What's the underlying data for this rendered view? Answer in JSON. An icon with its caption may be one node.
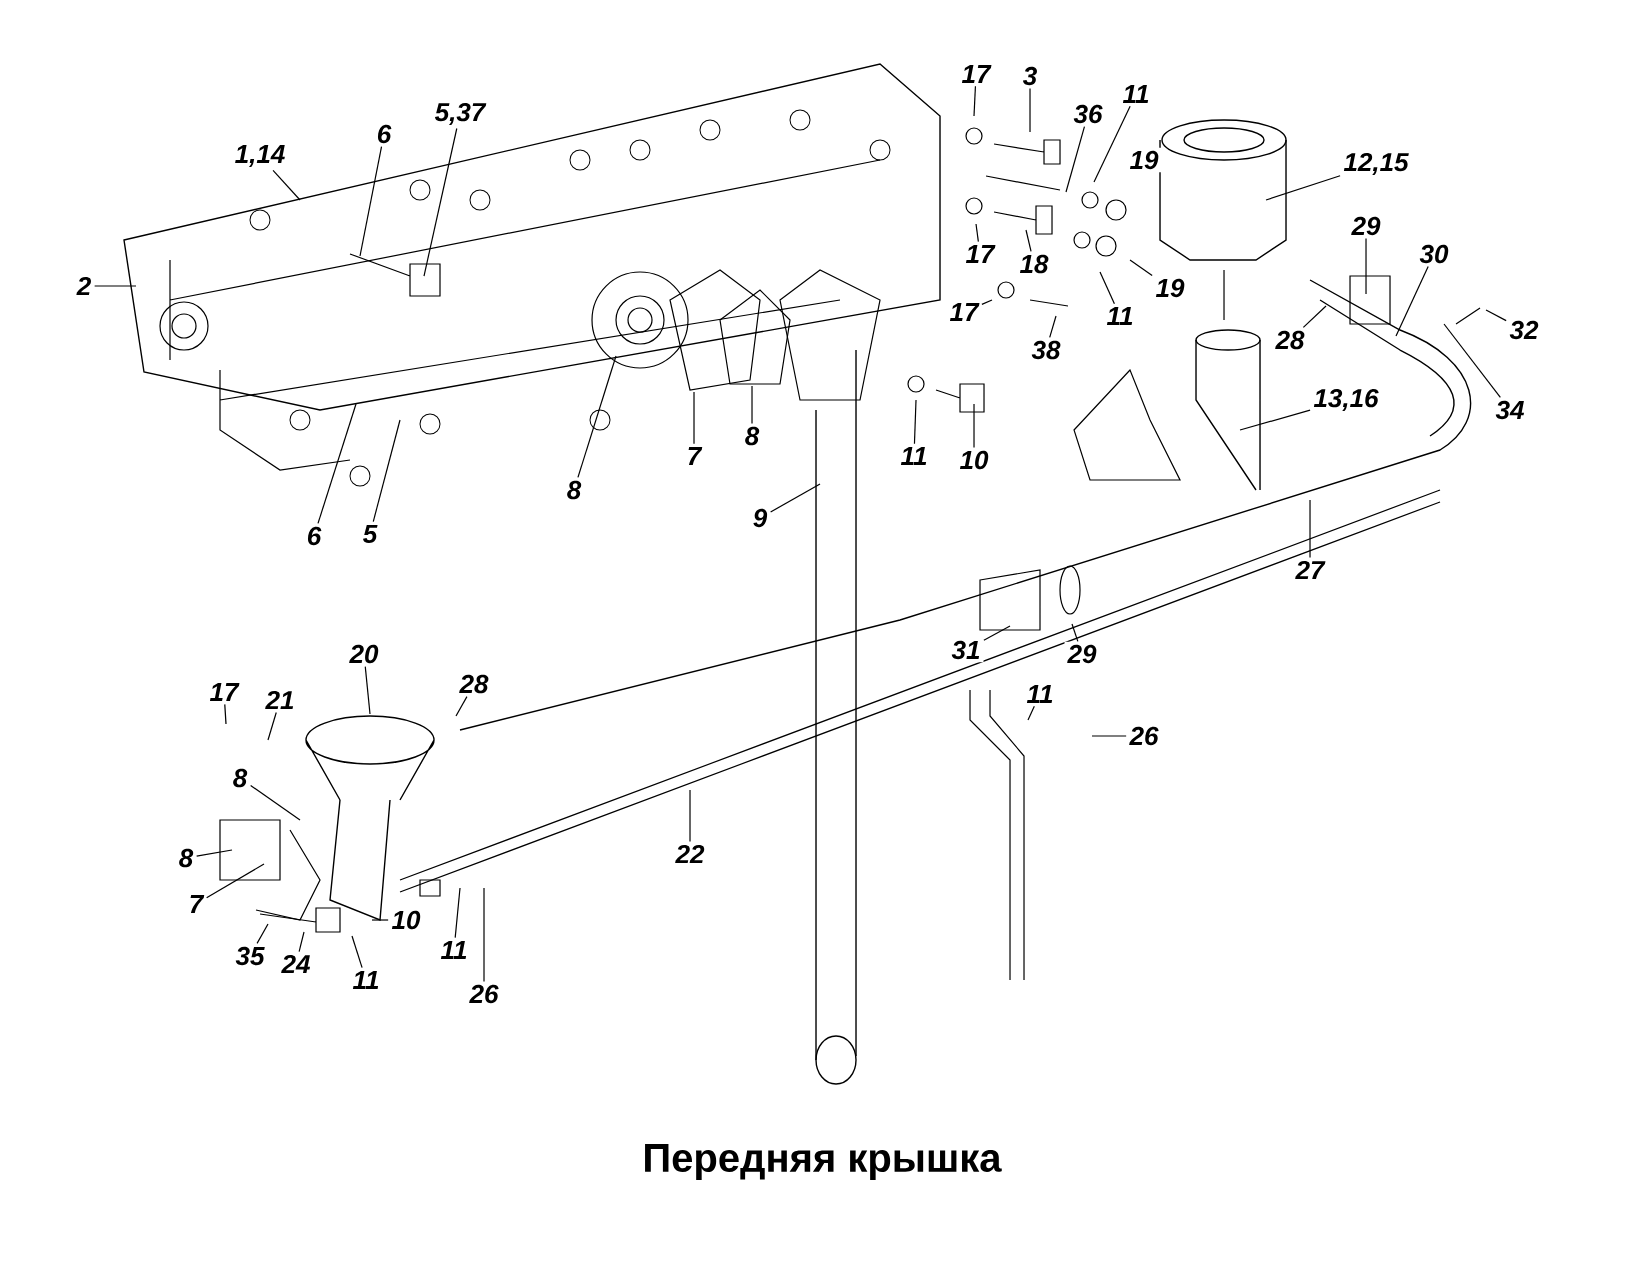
{
  "diagram": {
    "caption": "Передняя крышка",
    "nodes": [
      {
        "text": [
          "17"
        ]
      },
      {
        "text": [
          "3"
        ]
      },
      {
        "text": [
          "11"
        ]
      },
      {
        "text": [
          "36"
        ]
      },
      {
        "text": [
          "5,37"
        ]
      },
      {
        "text": [
          "6"
        ]
      },
      {
        "text": [
          "1,14"
        ]
      },
      {
        "text": [
          "19"
        ]
      },
      {
        "text": [
          "12,15"
        ]
      },
      {
        "text": [
          "29"
        ]
      },
      {
        "text": [
          "17"
        ]
      },
      {
        "text": [
          "18"
        ]
      },
      {
        "text": [
          "30"
        ]
      },
      {
        "text": [
          "2"
        ]
      },
      {
        "text": [
          "19"
        ]
      },
      {
        "text": [
          "17"
        ]
      },
      {
        "text": [
          "11"
        ]
      },
      {
        "text": [
          "32"
        ]
      },
      {
        "text": [
          "28"
        ]
      },
      {
        "text": [
          "38"
        ]
      },
      {
        "text": [
          "13,16"
        ]
      },
      {
        "text": [
          "34"
        ]
      },
      {
        "text": [
          "8"
        ]
      },
      {
        "text": [
          "7"
        ]
      },
      {
        "text": [
          "11"
        ]
      },
      {
        "text": [
          "10"
        ]
      },
      {
        "text": [
          "8"
        ]
      },
      {
        "text": [
          "9"
        ]
      },
      {
        "text": [
          "6"
        ]
      },
      {
        "text": [
          "5"
        ]
      },
      {
        "text": [
          "27"
        ]
      },
      {
        "text": [
          "31"
        ]
      },
      {
        "text": [
          "29"
        ]
      },
      {
        "text": [
          "20"
        ]
      },
      {
        "text": [
          "28"
        ]
      },
      {
        "text": [
          "17"
        ]
      },
      {
        "text": [
          "11"
        ]
      },
      {
        "text": [
          "21"
        ]
      },
      {
        "text": [
          "26"
        ]
      },
      {
        "text": [
          "8"
        ]
      },
      {
        "text": [
          "22"
        ]
      },
      {
        "text": [
          "8"
        ]
      },
      {
        "text": [
          "7"
        ]
      },
      {
        "text": [
          "10"
        ]
      },
      {
        "text": [
          "11"
        ]
      },
      {
        "text": [
          "35"
        ]
      },
      {
        "text": [
          "24"
        ]
      },
      {
        "text": [
          "11"
        ]
      },
      {
        "text": [
          "26"
        ]
      }
    ],
    "edges": [
      {
        "from": 0,
        "to": null,
        "arrow": "none"
      },
      {
        "from": 1,
        "to": null,
        "arrow": "none"
      },
      {
        "from": 2,
        "to": null,
        "arrow": "none"
      },
      {
        "from": 3,
        "to": null,
        "arrow": "none"
      },
      {
        "from": 4,
        "to": null,
        "arrow": "none"
      },
      {
        "from": 5,
        "to": null,
        "arrow": "none"
      },
      {
        "from": 6,
        "to": null,
        "arrow": "none"
      },
      {
        "from": 8,
        "to": null,
        "arrow": "none"
      },
      {
        "from": 9,
        "to": null,
        "arrow": "none"
      },
      {
        "from": 10,
        "to": null,
        "arrow": "none"
      },
      {
        "from": 11,
        "to": null,
        "arrow": "none"
      },
      {
        "from": 12,
        "to": null,
        "arrow": "none"
      },
      {
        "from": 13,
        "to": null,
        "arrow": "none"
      },
      {
        "from": 14,
        "to": null,
        "arrow": "none"
      },
      {
        "from": 15,
        "to": null,
        "arrow": "none"
      },
      {
        "from": 16,
        "to": null,
        "arrow": "none"
      },
      {
        "from": 17,
        "to": null,
        "arrow": "none"
      },
      {
        "from": 18,
        "to": null,
        "arrow": "none"
      },
      {
        "from": 19,
        "to": null,
        "arrow": "none"
      },
      {
        "from": 20,
        "to": null,
        "arrow": "none"
      },
      {
        "from": 21,
        "to": null,
        "arrow": "none"
      },
      {
        "from": 22,
        "to": null,
        "arrow": "none"
      },
      {
        "from": 23,
        "to": null,
        "arrow": "none"
      },
      {
        "from": 24,
        "to": null,
        "arrow": "none"
      },
      {
        "from": 25,
        "to": null,
        "arrow": "none"
      },
      {
        "from": 26,
        "to": null,
        "arrow": "none"
      },
      {
        "from": 27,
        "to": null,
        "arrow": "none"
      },
      {
        "from": 28,
        "to": null,
        "arrow": "none"
      },
      {
        "from": 29,
        "to": null,
        "arrow": "none"
      },
      {
        "from": 30,
        "to": null,
        "arrow": "none"
      },
      {
        "from": 31,
        "to": null,
        "arrow": "none"
      },
      {
        "from": 32,
        "to": null,
        "arrow": "none"
      },
      {
        "from": 33,
        "to": null,
        "arrow": "none"
      },
      {
        "from": 34,
        "to": null,
        "arrow": "none"
      },
      {
        "from": 35,
        "to": null,
        "arrow": "none"
      },
      {
        "from": 36,
        "to": null,
        "arrow": "none"
      },
      {
        "from": 37,
        "to": null,
        "arrow": "none"
      },
      {
        "from": 38,
        "to": null,
        "arrow": "none"
      },
      {
        "from": 39,
        "to": null,
        "arrow": "none"
      },
      {
        "from": 40,
        "to": null,
        "arrow": "none"
      },
      {
        "from": 41,
        "to": null,
        "arrow": "none"
      },
      {
        "from": 42,
        "to": null,
        "arrow": "none"
      },
      {
        "from": 43,
        "to": null,
        "arrow": "none"
      },
      {
        "from": 44,
        "to": null,
        "arrow": "none"
      },
      {
        "from": 45,
        "to": null,
        "arrow": "none"
      },
      {
        "from": 46,
        "to": null,
        "arrow": "none"
      },
      {
        "from": 47,
        "to": null,
        "arrow": "none"
      },
      {
        "from": 48,
        "to": null,
        "arrow": "none"
      }
    ]
  }
}
